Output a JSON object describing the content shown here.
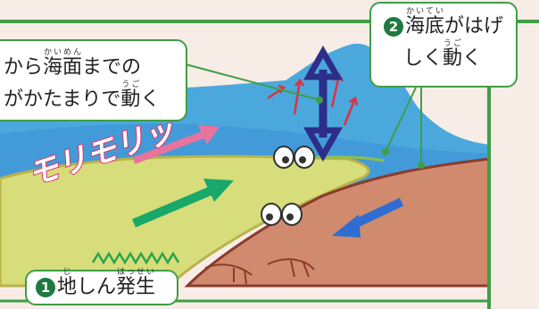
{
  "colors": {
    "frame_green": "#3f9e45",
    "panel_bg": "#f7ede6",
    "sky_blue": "#4aa8dc",
    "sea_blue": "#3d8fd6",
    "crust_yellow": "#d7dd7a",
    "plate_brown": "#d08a6e",
    "arrow_navy": "#2c2e8a",
    "arrow_red": "#e03040",
    "arrow_green": "#17a86a",
    "arrow_blue": "#2f6ed0",
    "text_pink": "#e0346c"
  },
  "callout_top_left": {
    "line1_pre": "から",
    "line1_kanji": "海面",
    "line1_ruby": "かいめん",
    "line1_post": "までの",
    "line2_pre": "がかたまりで",
    "line2_kanji": "動",
    "line2_ruby": "うご",
    "line2_post": "く"
  },
  "callout_top_right": {
    "number": "2",
    "line1_kanji": "海底",
    "line1_ruby": "かいてい",
    "line1_post": "がはげ",
    "line2_pre": "しく",
    "line2_kanji": "動",
    "line2_ruby": "うご",
    "line2_post": "く"
  },
  "callout_bottom": {
    "number": "1",
    "kanji1": "地",
    "ruby1": "じ",
    "mid": "しん",
    "kanji2": "発生",
    "ruby2": "はっせい"
  },
  "sound_effect": "モリモリッ",
  "icons": {
    "vertical_arrow": "double-headed-arrow-icon",
    "plate_arrows": "arrow-icon",
    "quake": "zigzag-icon"
  }
}
